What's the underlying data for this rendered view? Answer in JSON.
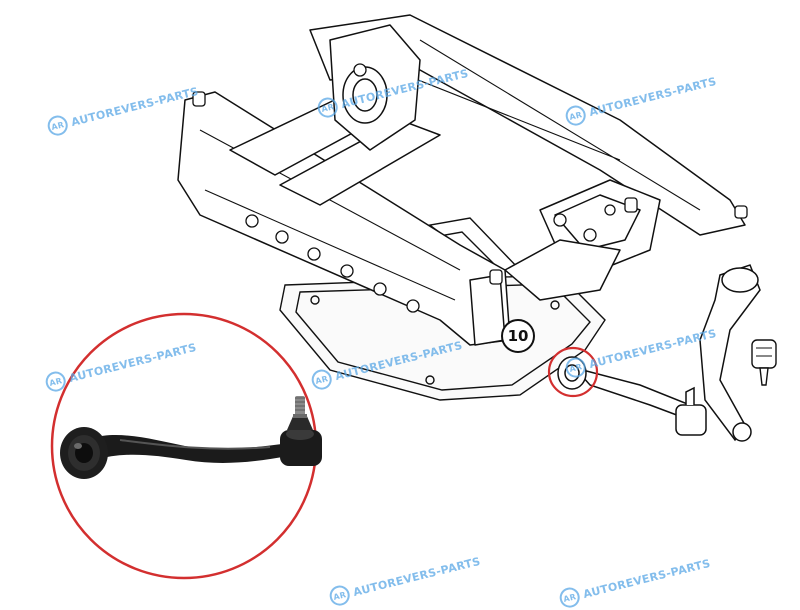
{
  "diagram": {
    "part_number": "10",
    "watermark": {
      "logo": "AR",
      "text": "AUTOREVERS-PARTS"
    },
    "colors": {
      "line": "#111111",
      "highlight_circle": "#d32f2f",
      "watermark": "#5aa8e6",
      "part_photo": "#1b1b1b"
    }
  }
}
